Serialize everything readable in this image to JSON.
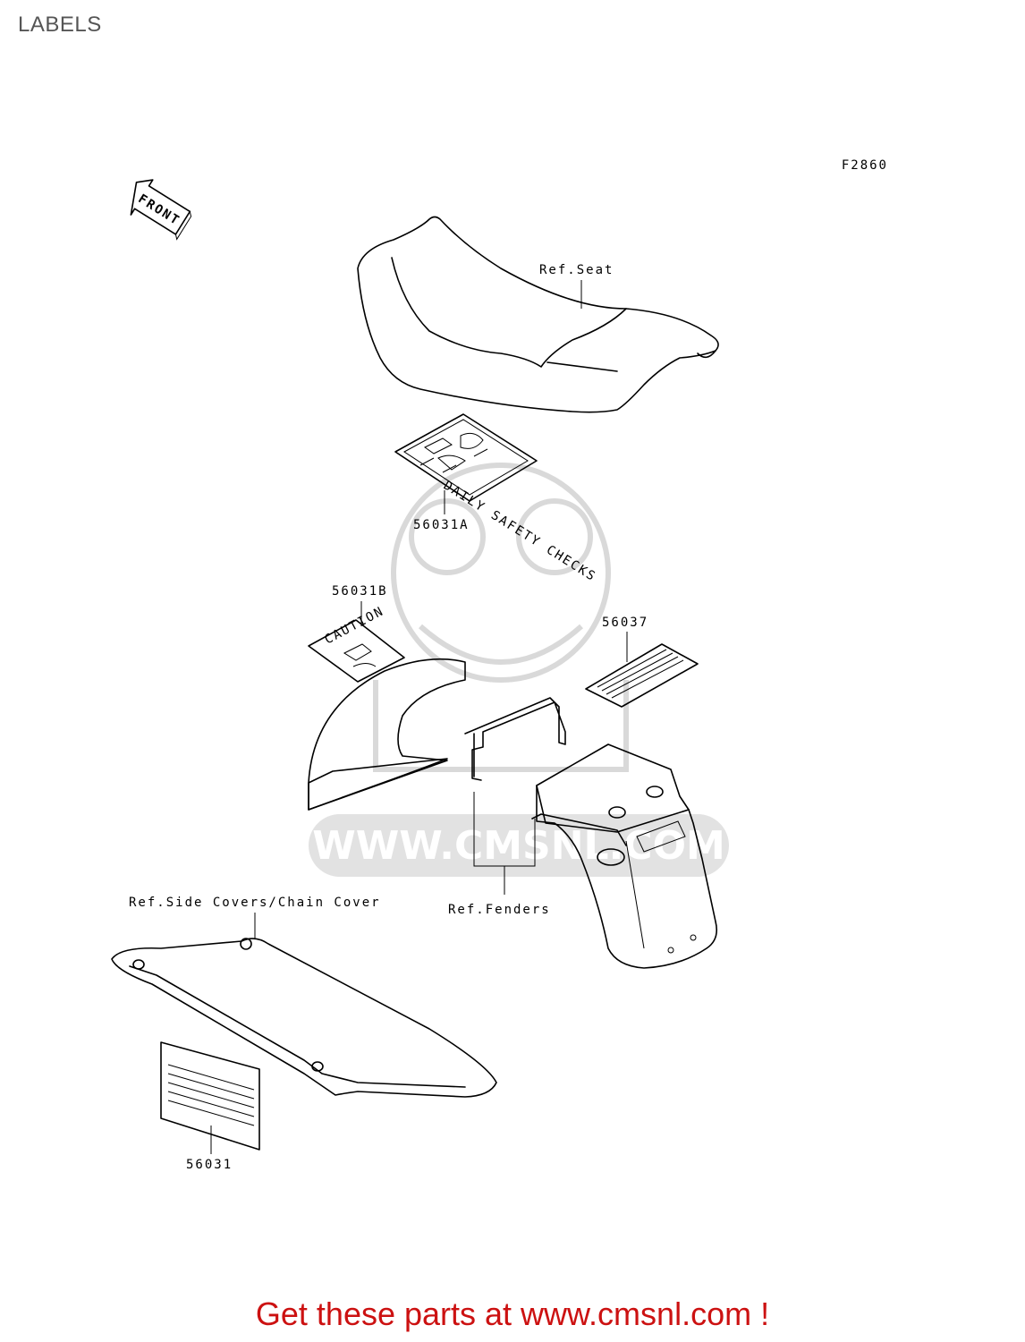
{
  "page": {
    "title": "LABELS"
  },
  "diagram": {
    "figure_code": "F2860",
    "front_arrow_text": "FRONT",
    "labels": {
      "ref_seat": "Ref.Seat",
      "part_56031A": "56031A",
      "part_56031B": "56031B",
      "part_56037": "56037",
      "ref_fenders": "Ref.Fenders",
      "ref_side_covers": "Ref.Side Covers/Chain Cover",
      "part_56031": "56031"
    },
    "sticker_text": {
      "daily_safety_checks": "DAILY SAFETY CHECKS",
      "caution": "CAUTION"
    },
    "watermark": "WWW.CMSNL.COM"
  },
  "footer": {
    "text": "Get these parts at www.cmsnl.com !"
  },
  "colors": {
    "footer": "#cc1111",
    "title": "#555555",
    "watermark": "#d9d9d9"
  }
}
